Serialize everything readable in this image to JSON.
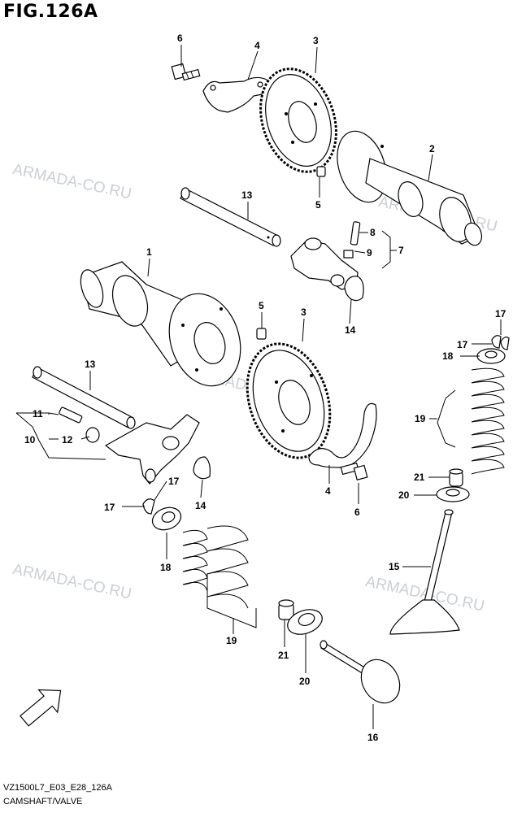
{
  "figure": {
    "title": "FIG.126A",
    "model_code": "VZ1500L7_E03_E28_126A",
    "section_name": "CAMSHAFT/VALVE"
  },
  "watermark": {
    "text": "ARMADA-CO.RU",
    "color": "#b9bfc7"
  },
  "callouts": {
    "c1": "1",
    "c2": "2",
    "c3a": "3",
    "c3b": "3",
    "c4a": "4",
    "c4b": "4",
    "c5a": "5",
    "c5b": "5",
    "c6a": "6",
    "c6b": "6",
    "c7": "7",
    "c8": "8",
    "c9": "9",
    "c10": "10",
    "c11": "11",
    "c12": "12",
    "c13a": "13",
    "c13b": "13",
    "c14a": "14",
    "c14b": "14",
    "c15": "15",
    "c16": "16",
    "c17a": "17",
    "c17b": "17",
    "c17c": "17",
    "c17d": "17",
    "c18a": "18",
    "c18b": "18",
    "c19a": "19",
    "c19b": "19",
    "c20a": "20",
    "c20b": "20",
    "c21a": "21",
    "c21b": "21"
  },
  "fwd_label": "FWD"
}
